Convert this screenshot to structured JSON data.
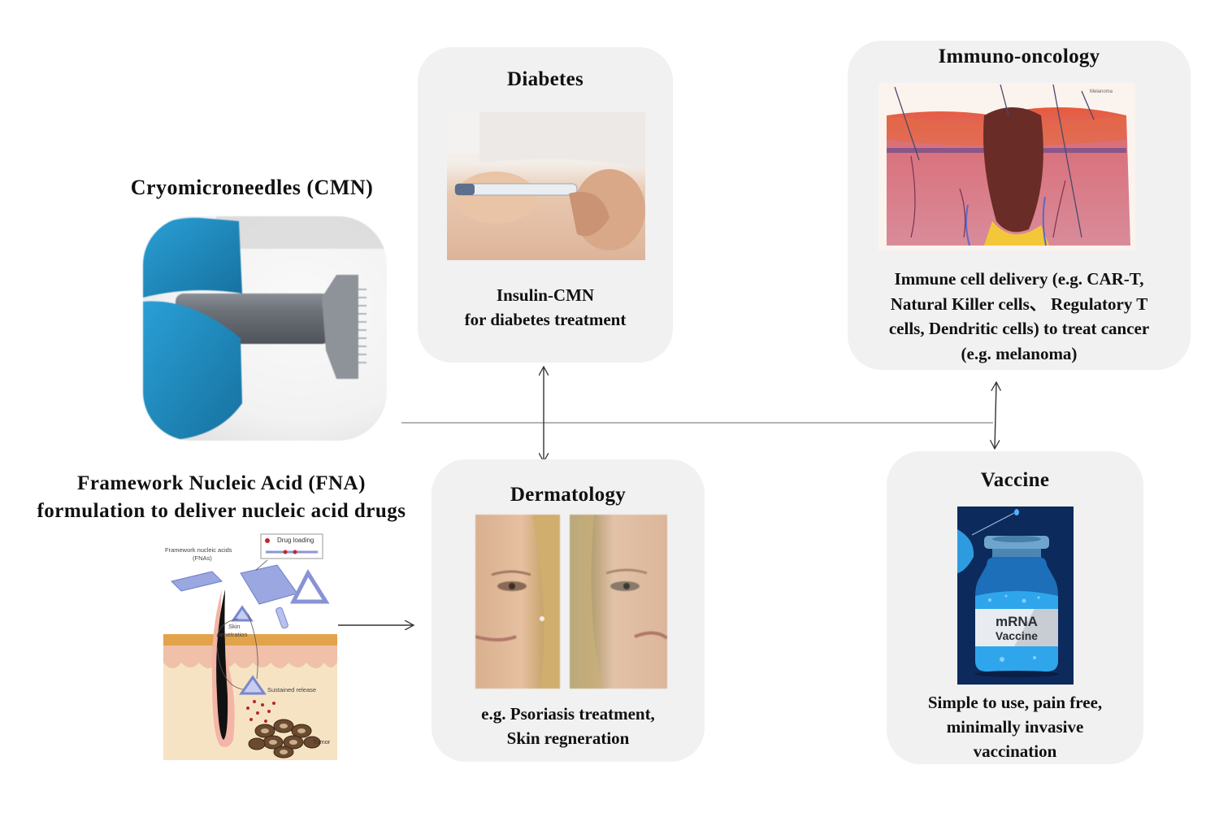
{
  "left_panel": {
    "cmn_title": "Cryomicroneedles (CMN)",
    "fna_title_line1": "Framework Nucleic Acid (FNA)",
    "fna_title_line2": "formulation to deliver nucleic acid drugs",
    "fna_figure": {
      "label_fnas_line1": "Framework nucleic acids",
      "label_fnas_line2": "(FNAs)",
      "label_drug_loading": "Drug loading",
      "label_skin_line1": "Skin",
      "label_skin_line2": "penetration",
      "label_sustained": "Sustained release",
      "label_tumor": "Tumor"
    }
  },
  "cards": {
    "diabetes": {
      "title": "Diabetes",
      "desc_line1": "Insulin-CMN",
      "desc_line2": "for diabetes treatment"
    },
    "immuno": {
      "title": "Immuno-oncology",
      "figure_label": "Melanoma",
      "desc_line1": "Immune cell delivery (e.g. CAR-T,",
      "desc_line2": "Natural Killer cells、 Regulatory T",
      "desc_line3": "cells, Dendritic cells) to treat cancer",
      "desc_line4": "(e.g. melanoma)"
    },
    "dermatology": {
      "title": "Dermatology",
      "desc_line1": "e.g. Psoriasis treatment,",
      "desc_line2": "Skin regneration"
    },
    "vaccine": {
      "title": "Vaccine",
      "vial_label_line1": "mRNA",
      "vial_label_line2": "Vaccine",
      "desc_line1": "Simple to use, pain free,",
      "desc_line2": "minimally invasive",
      "desc_line3": "vaccination"
    }
  },
  "colors": {
    "card_bg": "#f1f1f1",
    "connector": "#333333",
    "glove_blue": "#1e8bc3",
    "vaccine_bg": "#0d2a5c",
    "vial_blue": "#2e9be0"
  }
}
